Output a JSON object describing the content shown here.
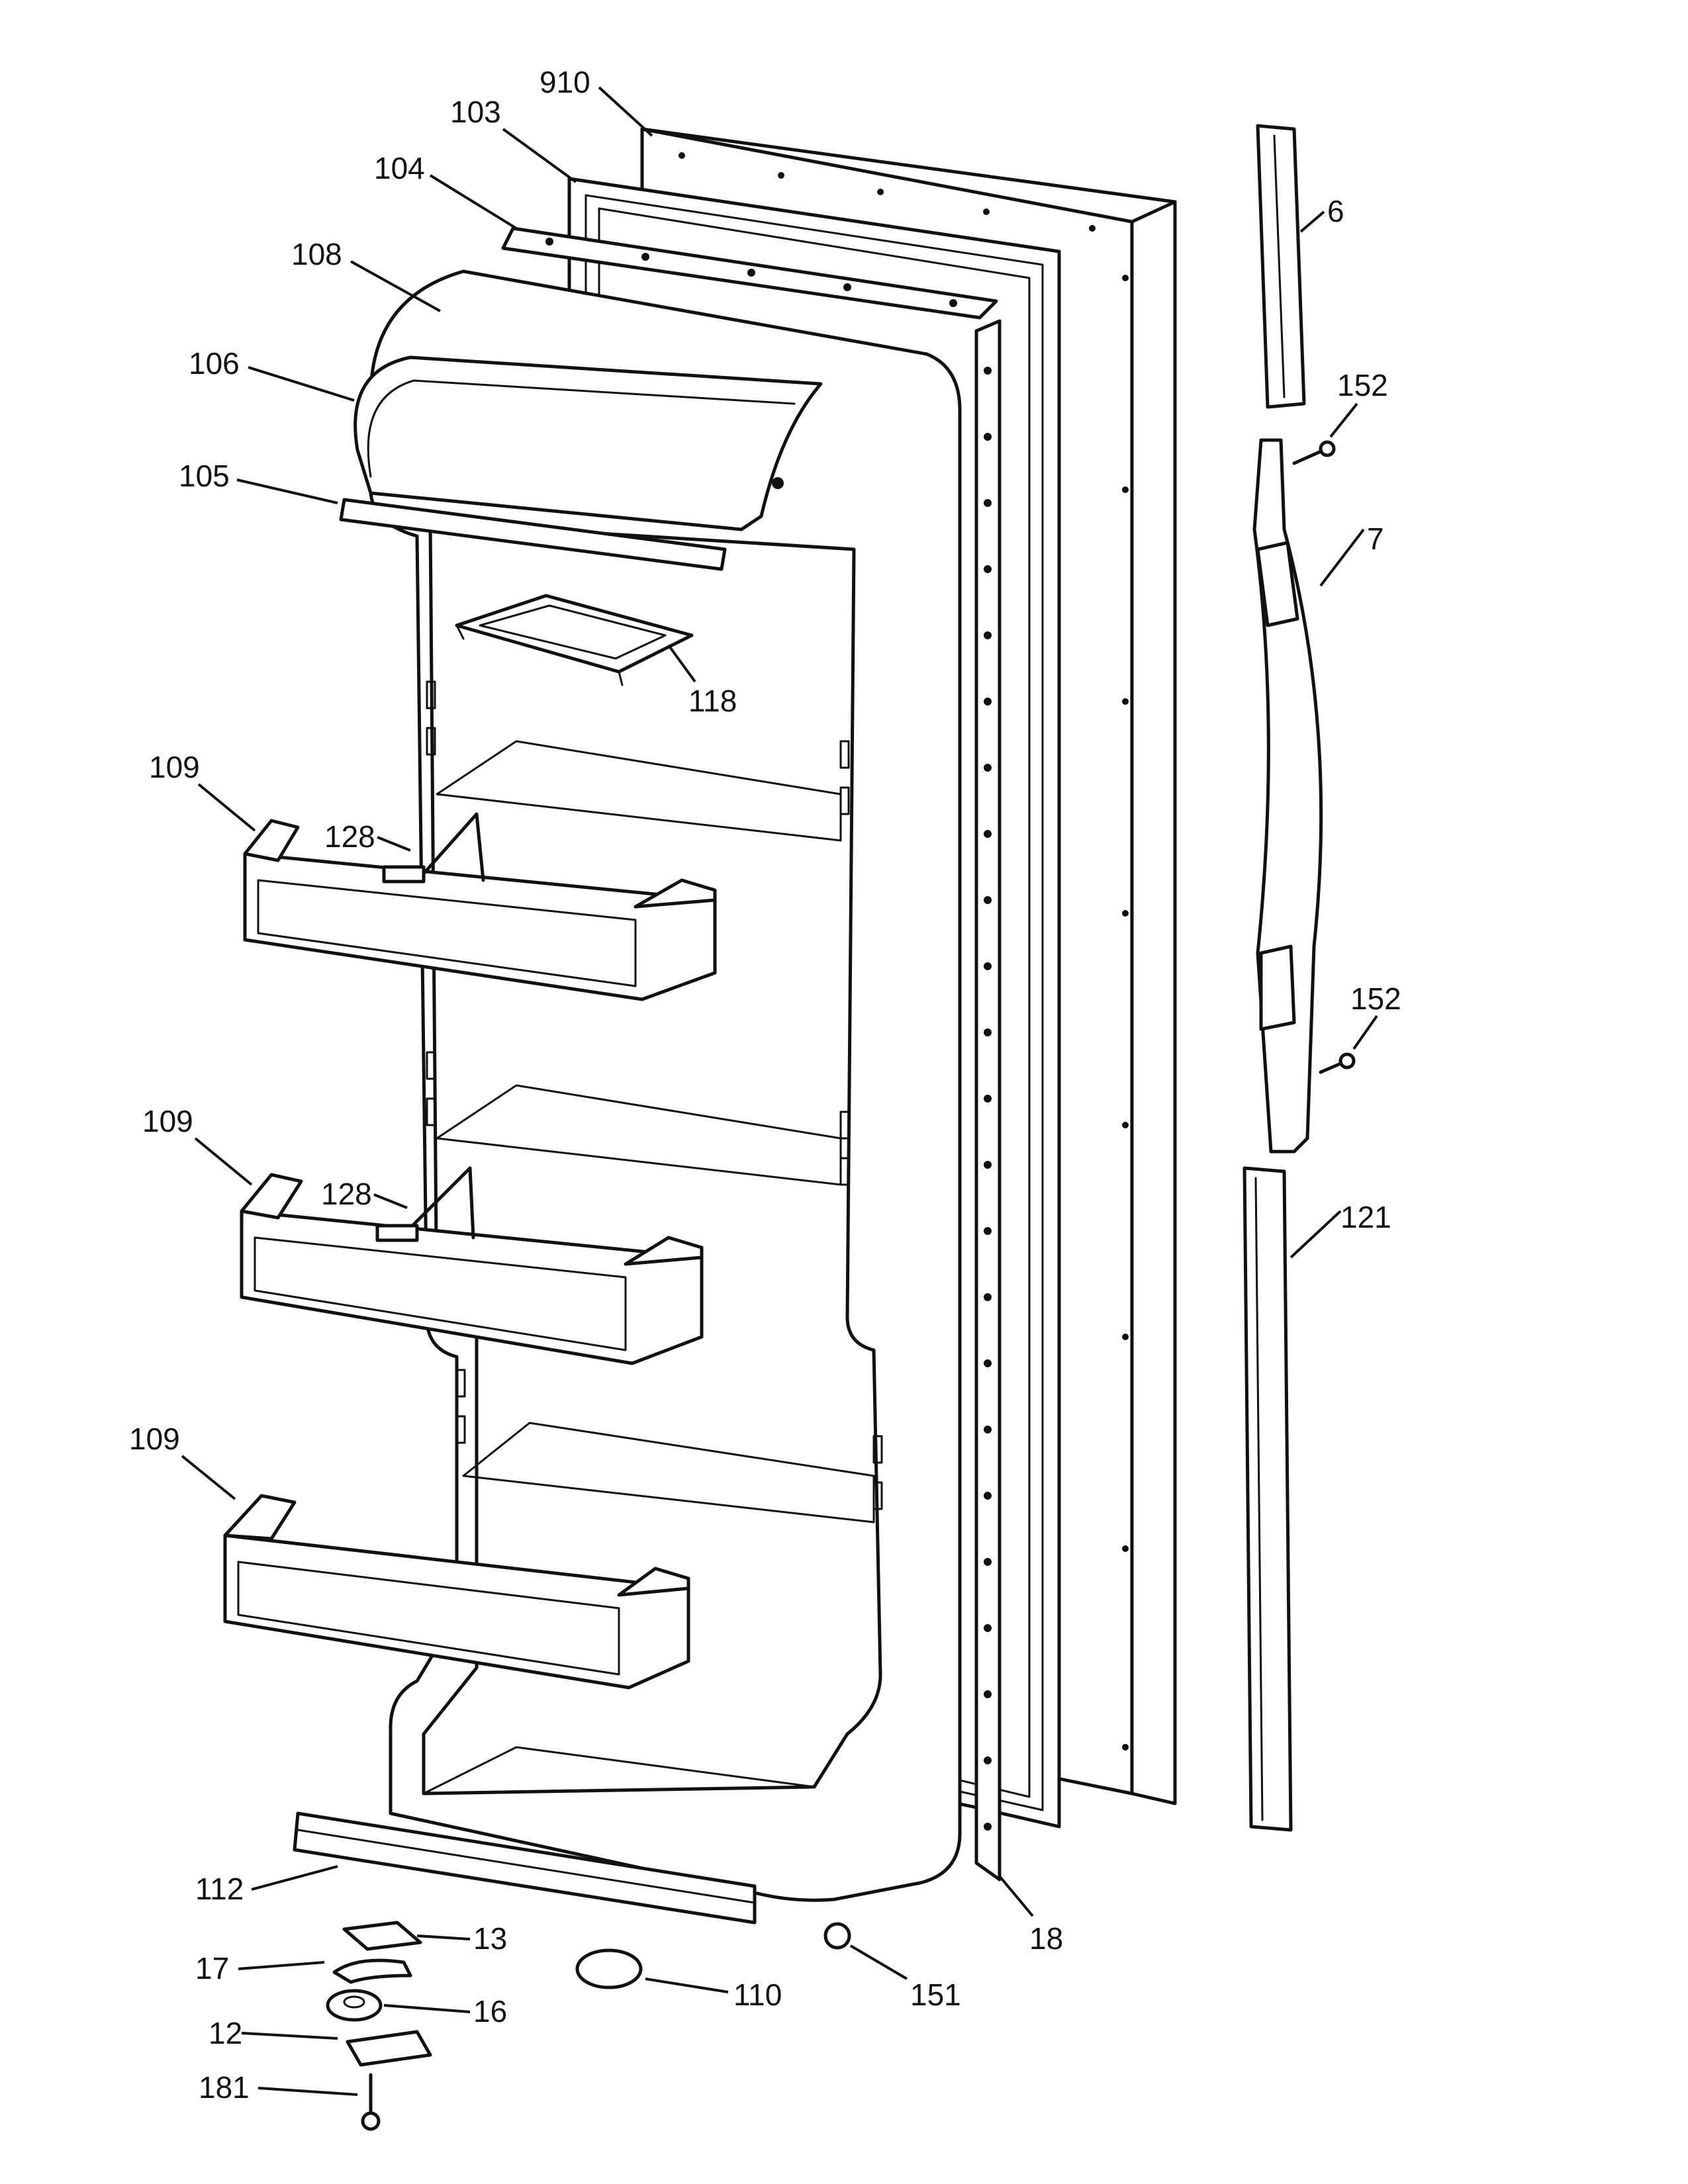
{
  "callouts": [
    {
      "id": "910",
      "label": "910"
    },
    {
      "id": "103",
      "label": "103"
    },
    {
      "id": "104",
      "label": "104"
    },
    {
      "id": "108",
      "label": "108"
    },
    {
      "id": "106",
      "label": "106"
    },
    {
      "id": "105",
      "label": "105"
    },
    {
      "id": "118",
      "label": "118"
    },
    {
      "id": "109a",
      "label": "109"
    },
    {
      "id": "128a",
      "label": "128"
    },
    {
      "id": "109b",
      "label": "109"
    },
    {
      "id": "128b",
      "label": "128"
    },
    {
      "id": "109c",
      "label": "109"
    },
    {
      "id": "112",
      "label": "112"
    },
    {
      "id": "13",
      "label": "13"
    },
    {
      "id": "17",
      "label": "17"
    },
    {
      "id": "16",
      "label": "16"
    },
    {
      "id": "12",
      "label": "12"
    },
    {
      "id": "181",
      "label": "181"
    },
    {
      "id": "110",
      "label": "110"
    },
    {
      "id": "151",
      "label": "151"
    },
    {
      "id": "18",
      "label": "18"
    },
    {
      "id": "6",
      "label": "6"
    },
    {
      "id": "152a",
      "label": "152"
    },
    {
      "id": "7",
      "label": "7"
    },
    {
      "id": "152b",
      "label": "152"
    },
    {
      "id": "121",
      "label": "121"
    }
  ]
}
